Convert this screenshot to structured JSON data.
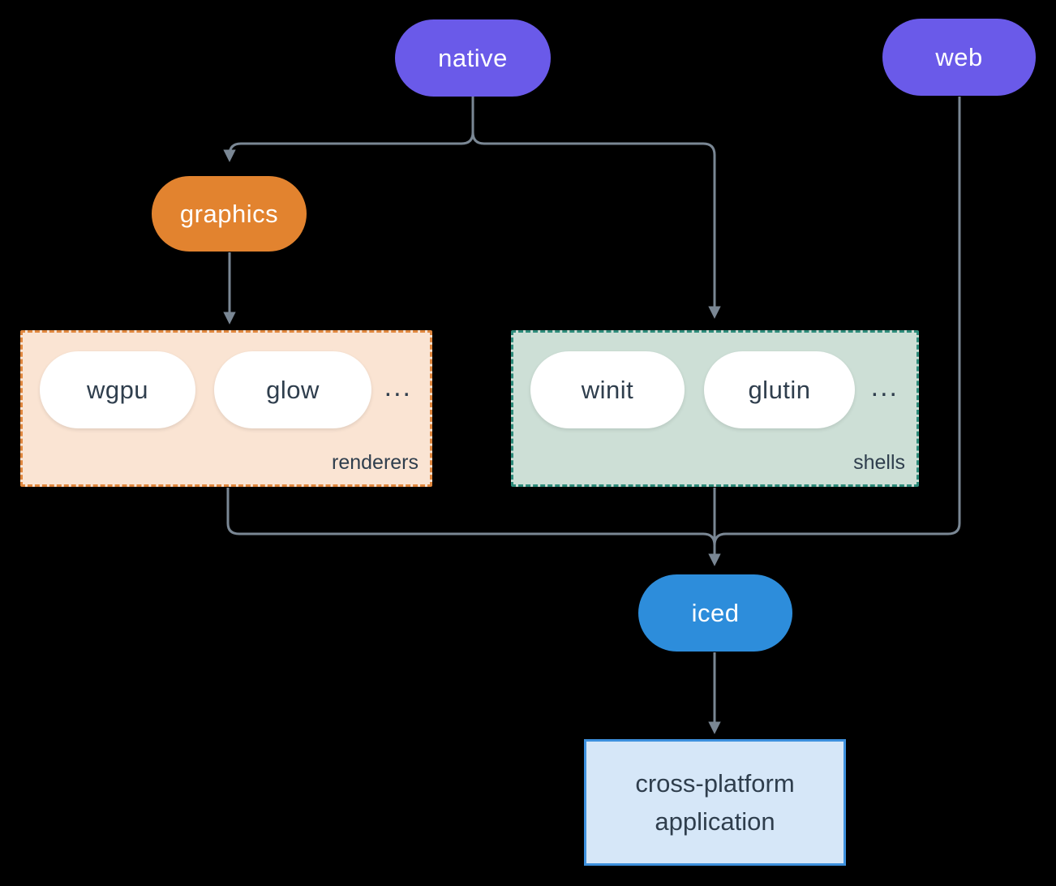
{
  "diagram": {
    "nodes": {
      "native": {
        "label": "native",
        "color": "#6a5ae9"
      },
      "web": {
        "label": "web",
        "color": "#6a5ae9"
      },
      "graphics": {
        "label": "graphics",
        "color": "#e2832f"
      },
      "iced": {
        "label": "iced",
        "color": "#2d8ddb"
      },
      "app": {
        "line1": "cross-platform",
        "line2": "application",
        "fill": "#d6e7f8",
        "border": "#3d90dd"
      }
    },
    "groups": {
      "renderers": {
        "label": "renderers",
        "items": [
          "wgpu",
          "glow"
        ],
        "ellipsis": "...",
        "fill": "#fae4d3",
        "border": "#e0873e"
      },
      "shells": {
        "label": "shells",
        "items": [
          "winit",
          "glutin"
        ],
        "ellipsis": "...",
        "fill": "#cddfd6",
        "border": "#2e8c7b"
      }
    },
    "connector_color": "#7a8794",
    "background_color": "#000000"
  }
}
